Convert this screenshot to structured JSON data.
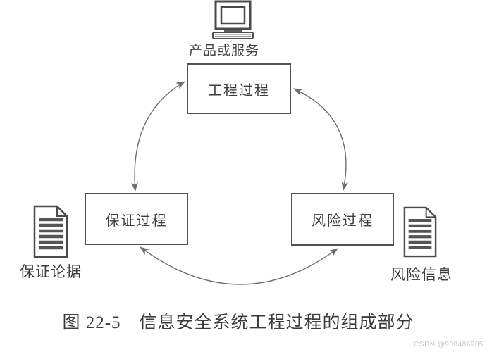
{
  "diagram": {
    "title_context": "信息安全系统工程过程",
    "nodes": [
      {
        "id": "engineering",
        "label": "工程过程"
      },
      {
        "id": "assurance",
        "label": "保证过程"
      },
      {
        "id": "risk",
        "label": "风险过程"
      }
    ],
    "artifacts": [
      {
        "id": "product",
        "label": "产品或服务",
        "icon": "computer-icon"
      },
      {
        "id": "assurance-evidence",
        "label": "保证论据",
        "icon": "document-icon"
      },
      {
        "id": "risk-information",
        "label": "风险信息",
        "icon": "document-icon"
      }
    ],
    "connections": [
      {
        "from": "engineering",
        "to": "assurance",
        "bidirectional": true,
        "shape": "arc"
      },
      {
        "from": "engineering",
        "to": "risk",
        "bidirectional": true,
        "shape": "arc"
      },
      {
        "from": "assurance",
        "to": "risk",
        "bidirectional": true,
        "shape": "arc"
      }
    ]
  },
  "caption": "图 22-5　信息安全系统工程过程的组成部分",
  "watermark": "CSDN @908486905",
  "colors": {
    "line": "#6e6e6e",
    "border": "#525252",
    "text": "#3e3e3e",
    "watermark": "#c6c6c6",
    "background": "#ffffff"
  }
}
